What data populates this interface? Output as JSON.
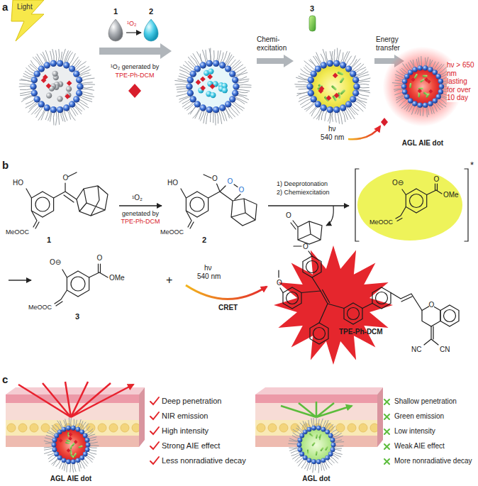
{
  "diagram": {
    "nodes": [
      {
        "text": [
          "AGL AIE dot"
        ]
      },
      {
        "text": [
          "MeOOC",
          "O⊖",
          "O",
          "OMe"
        ]
      },
      {
        "text": [
          "TPE-Ph-DCM"
        ]
      },
      {
        "text": [
          "AGL AIE dot"
        ]
      },
      {
        "text": [
          "AGL dot"
        ]
      }
    ],
    "labels": [
      "a",
      "Light",
      "1",
      "¹O₂",
      "2",
      "¹O₂ generated by",
      "TPE-Ph-DCM",
      "Chemi-excitation",
      "3",
      "Energy transfer",
      "hν",
      "540 nm",
      "hν > 650 nm lasting for over 10 day",
      "b",
      "HO",
      "MeOOC",
      "1",
      "O",
      "¹O₂",
      "genetated by",
      "TPE-Ph-DCM",
      "HO",
      "MeOOC",
      "O",
      "O",
      "O",
      "2",
      "1) Deeprotonation",
      "2) Chemiexcitation",
      "O",
      "*",
      "MeOOC",
      "O⊖",
      "O",
      "OMe",
      "3",
      "+",
      "hν",
      "540 nm",
      "CRET",
      "O",
      "O",
      "O",
      "NC",
      "CN",
      "c",
      "Deep penetration",
      "NIR emission",
      "High intensity",
      "Strong AIE effect",
      "Less nonradiative decay",
      "Shallow penetration",
      "Green emission",
      "Low intensity",
      "Weak AIE effect",
      "More nonradiative decay"
    ]
  }
}
